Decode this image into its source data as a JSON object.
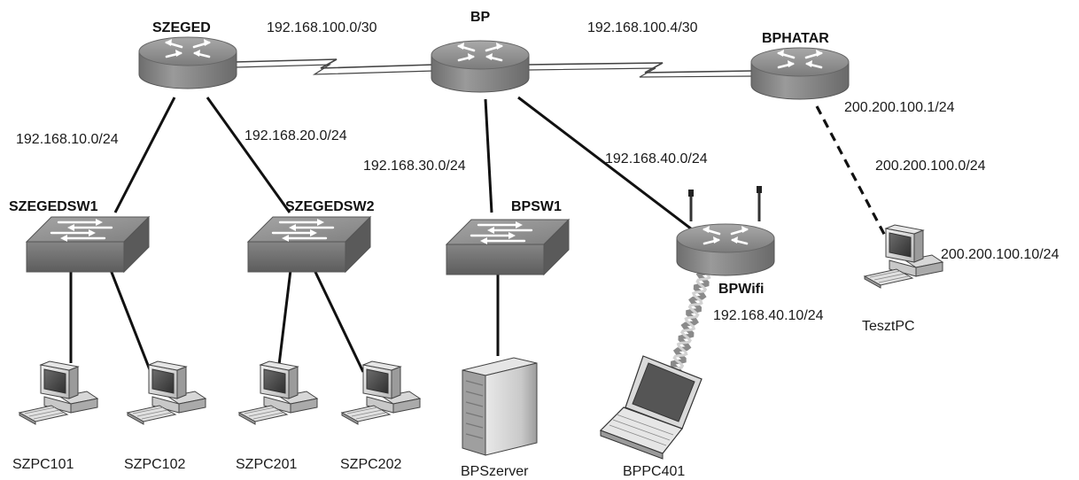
{
  "colors": {
    "device": "#8a8a8a",
    "link": "#111111",
    "serial": "#444444",
    "wave": "#999999"
  },
  "devices": {
    "szeged": {
      "name": "SZEGED",
      "type": "router"
    },
    "bp": {
      "name": "BP",
      "type": "router"
    },
    "bphatar": {
      "name": "BPHATAR",
      "type": "router"
    },
    "szegedsw1": {
      "name": "SZEGEDSW1",
      "type": "switch"
    },
    "szegedsw2": {
      "name": "SZEGEDSW2",
      "type": "switch"
    },
    "bpsw1": {
      "name": "BPSW1",
      "type": "switch"
    },
    "bpwifi": {
      "name": "BPWifi",
      "type": "wireless-router"
    },
    "szpc101": {
      "name": "SZPC101",
      "type": "pc"
    },
    "szpc102": {
      "name": "SZPC102",
      "type": "pc"
    },
    "szpc201": {
      "name": "SZPC201",
      "type": "pc"
    },
    "szpc202": {
      "name": "SZPC202",
      "type": "pc"
    },
    "bpszerver": {
      "name": "BPSzerver",
      "type": "server"
    },
    "bppc401": {
      "name": "BPPC401",
      "type": "laptop"
    },
    "tesztpc": {
      "name": "TesztPC",
      "type": "pc"
    }
  },
  "networks": {
    "serial1": "192.168.100.0/30",
    "serial2": "192.168.100.4/30",
    "lan10": "192.168.10.0/24",
    "lan20": "192.168.20.0/24",
    "lan30": "192.168.30.0/24",
    "lan40": "192.168.40.0/24",
    "wifi_host": "192.168.40.10/24",
    "bphatar_ip": "200.200.100.1/24",
    "test_net": "200.200.100.0/24",
    "tesztpc_ip": "200.200.100.10/24"
  }
}
